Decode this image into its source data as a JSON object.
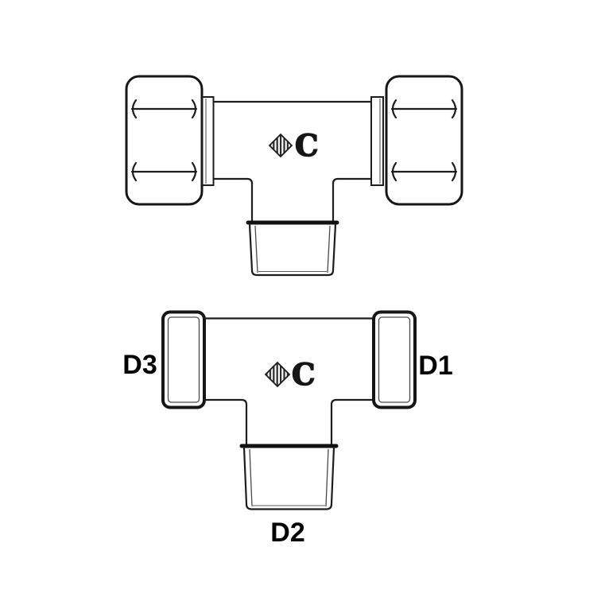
{
  "diagram": {
    "kind": "tee-fitting-technical-drawing",
    "views": {
      "top": "tee fitting with two hex swivel nuts and male threaded branch",
      "bottom": "tee fitting body with labeled ports"
    },
    "labels": {
      "left_port": "D3",
      "right_port": "D1",
      "bottom_port": "D2"
    },
    "logo": {
      "letter": "C",
      "symbol": "striped-diamond"
    },
    "colors": {
      "line": "#1d1d1b",
      "background": "#ffffff",
      "label": "#000000"
    }
  }
}
